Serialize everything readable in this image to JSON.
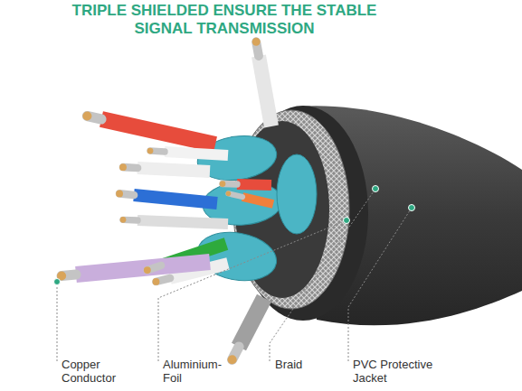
{
  "diagram": {
    "title": "TRIPLE SHIELDED ENSURE THE STABLE SIGNAL TRANSMISSION",
    "labels": [
      "Copper Conductor",
      "Aluminium- Foil",
      "Braid",
      "PVC Protective Jacket"
    ]
  }
}
